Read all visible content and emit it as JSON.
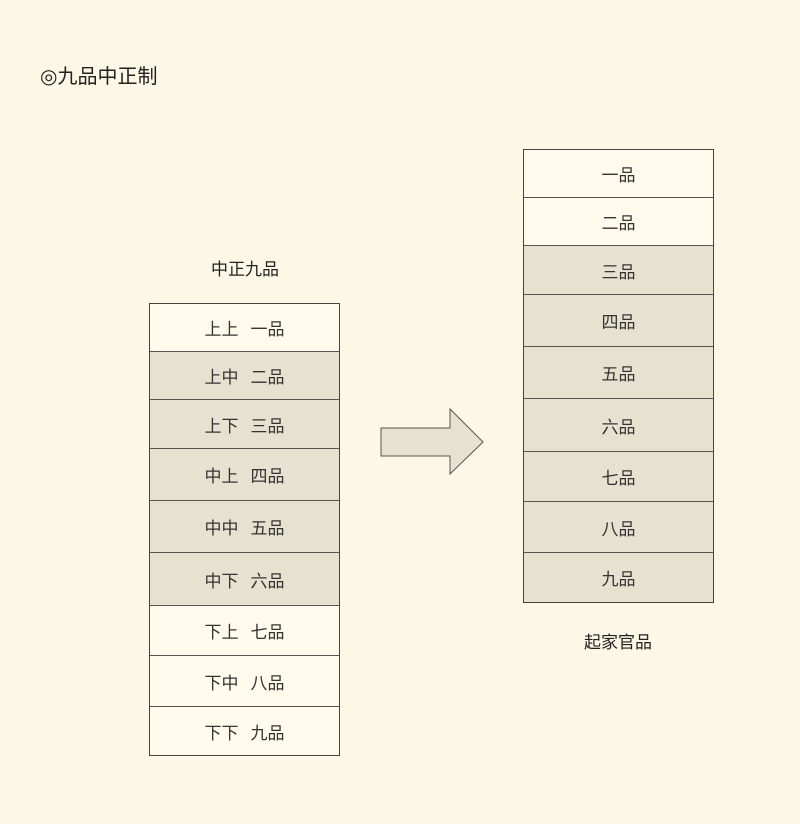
{
  "title": "◎九品中正制",
  "left": {
    "label": "中正九品",
    "rows": [
      {
        "grade": "上上",
        "rank": "一品",
        "shaded": false
      },
      {
        "grade": "上中",
        "rank": "二品",
        "shaded": true
      },
      {
        "grade": "上下",
        "rank": "三品",
        "shaded": true
      },
      {
        "grade": "中上",
        "rank": "四品",
        "shaded": true
      },
      {
        "grade": "中中",
        "rank": "五品",
        "shaded": true
      },
      {
        "grade": "中下",
        "rank": "六品",
        "shaded": true
      },
      {
        "grade": "下上",
        "rank": "七品",
        "shaded": false
      },
      {
        "grade": "下中",
        "rank": "八品",
        "shaded": false
      },
      {
        "grade": "下下",
        "rank": "九品",
        "shaded": false
      }
    ]
  },
  "right": {
    "label": "起家官品",
    "rows": [
      {
        "rank": "一品",
        "shaded": false
      },
      {
        "rank": "二品",
        "shaded": false
      },
      {
        "rank": "三品",
        "shaded": true
      },
      {
        "rank": "四品",
        "shaded": true
      },
      {
        "rank": "五品",
        "shaded": true
      },
      {
        "rank": "六品",
        "shaded": true
      },
      {
        "rank": "七品",
        "shaded": true
      },
      {
        "rank": "八品",
        "shaded": true
      },
      {
        "rank": "九品",
        "shaded": true
      }
    ]
  },
  "colors": {
    "shaded": "#e7e1d0",
    "light": "#fffaeb",
    "background": "#fdf7e6"
  }
}
